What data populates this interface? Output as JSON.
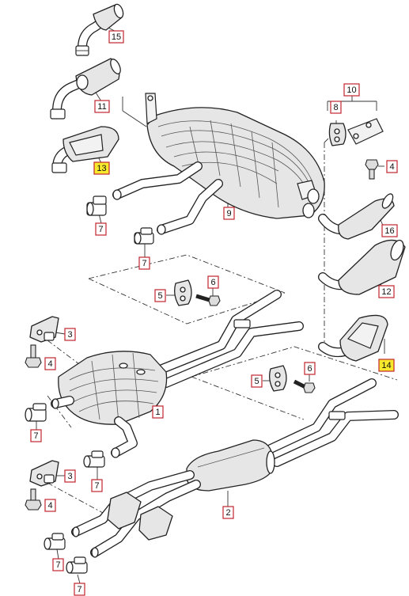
{
  "labels": [
    {
      "id": "15",
      "text": "15",
      "highlight": false
    },
    {
      "id": "11",
      "text": "11",
      "highlight": false
    },
    {
      "id": "13",
      "text": "13",
      "highlight": true
    },
    {
      "id": "7a",
      "text": "7",
      "highlight": false
    },
    {
      "id": "9",
      "text": "9",
      "highlight": false
    },
    {
      "id": "10",
      "text": "10",
      "highlight": false
    },
    {
      "id": "8",
      "text": "8",
      "highlight": false
    },
    {
      "id": "4a",
      "text": "4",
      "highlight": false
    },
    {
      "id": "16",
      "text": "16",
      "highlight": false
    },
    {
      "id": "7b",
      "text": "7",
      "highlight": false
    },
    {
      "id": "5a",
      "text": "5",
      "highlight": false
    },
    {
      "id": "6a",
      "text": "6",
      "highlight": false
    },
    {
      "id": "12",
      "text": "12",
      "highlight": false
    },
    {
      "id": "3a",
      "text": "3",
      "highlight": false
    },
    {
      "id": "4b",
      "text": "4",
      "highlight": false
    },
    {
      "id": "14",
      "text": "14",
      "highlight": true
    },
    {
      "id": "5b",
      "text": "5",
      "highlight": false
    },
    {
      "id": "6b",
      "text": "6",
      "highlight": false
    },
    {
      "id": "1",
      "text": "1",
      "highlight": false
    },
    {
      "id": "7c",
      "text": "7",
      "highlight": false
    },
    {
      "id": "7d",
      "text": "7",
      "highlight": false
    },
    {
      "id": "3b",
      "text": "3",
      "highlight": false
    },
    {
      "id": "4c",
      "text": "4",
      "highlight": false
    },
    {
      "id": "2",
      "text": "2",
      "highlight": false
    },
    {
      "id": "7e",
      "text": "7",
      "highlight": false
    },
    {
      "id": "7f",
      "text": "7",
      "highlight": false
    }
  ],
  "colors": {
    "label_border": "#c0262d",
    "label_highlight": "#f7ea2c",
    "label_fill": "#ffffff",
    "line": "#222222"
  }
}
